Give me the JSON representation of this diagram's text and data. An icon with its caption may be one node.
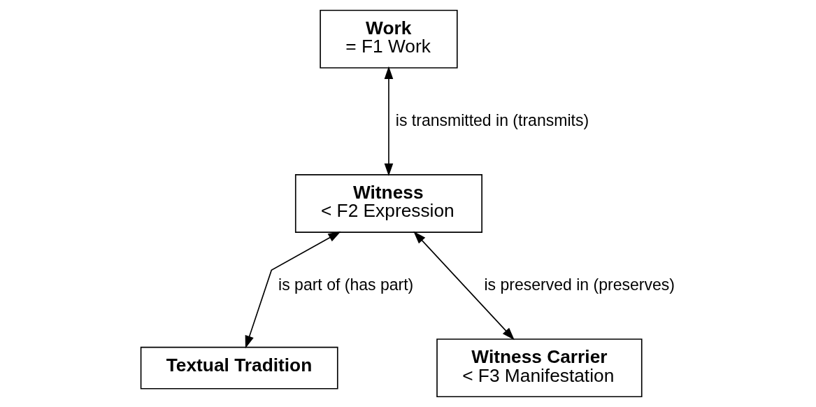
{
  "diagram": {
    "nodes": [
      {
        "text": [
          "Work",
          "= F1 Work"
        ]
      },
      {
        "text": [
          "Witness",
          "< F2 Expression"
        ]
      },
      {
        "text": [
          "Textual Tradition"
        ]
      },
      {
        "text": [
          "Witness Carrier",
          "< F3 Manifestation"
        ]
      }
    ],
    "edges": [
      {
        "from": 0,
        "to": 1,
        "arrow": "both",
        "label": "is transmitted in (transmits)"
      },
      {
        "from": 1,
        "to": 2,
        "arrow": "both",
        "label": "is part of (has part)"
      },
      {
        "from": 1,
        "to": 3,
        "arrow": "both",
        "label": "is preserved in (preserves)"
      }
    ]
  }
}
